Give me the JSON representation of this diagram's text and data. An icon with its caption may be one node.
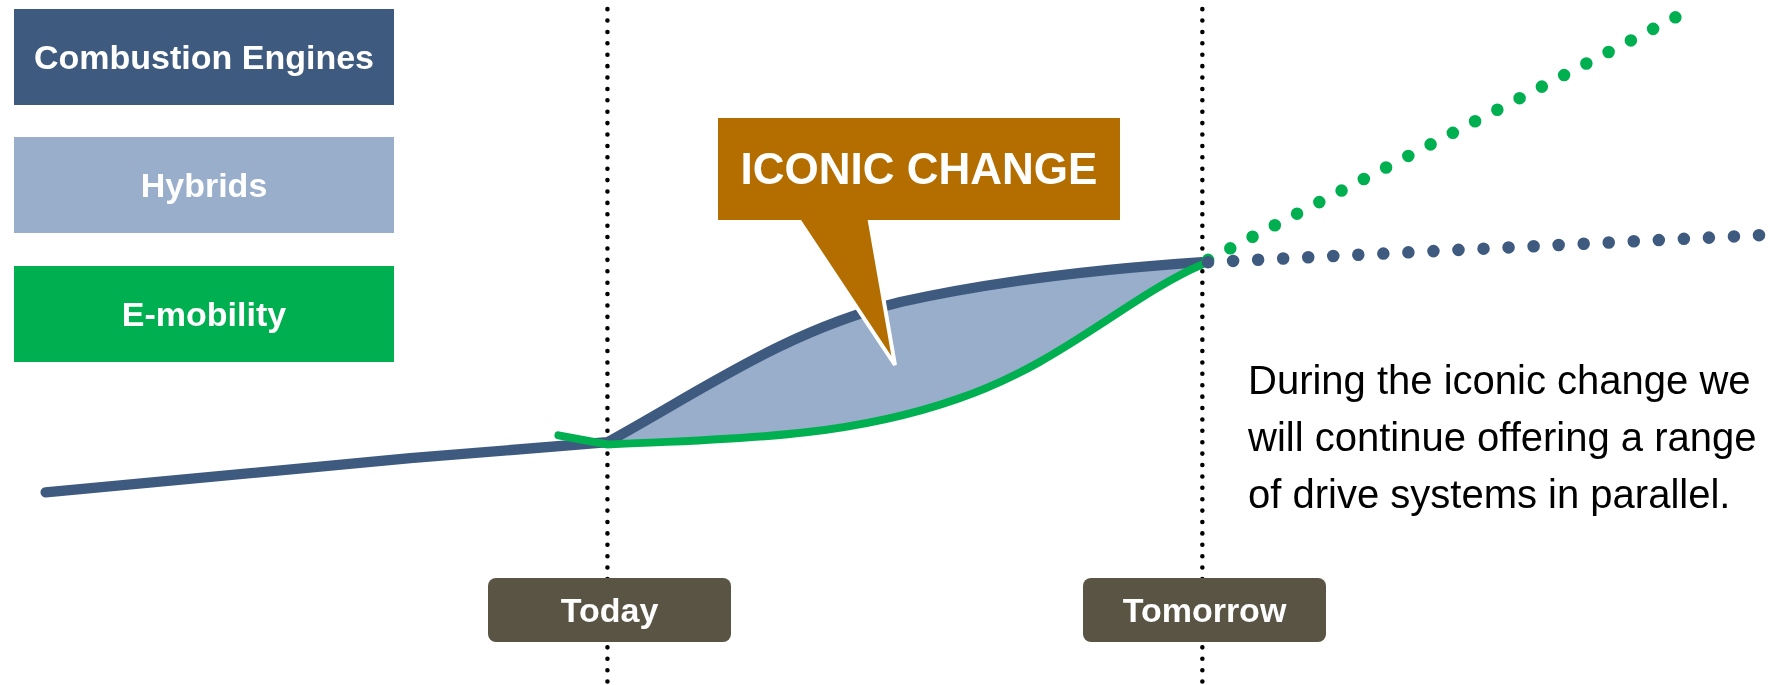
{
  "diagram": {
    "nodes": [
      {
        "text": [
          "ICONIC CHANGE"
        ]
      },
      {
        "text": [
          "Today"
        ]
      },
      {
        "text": [
          "Tomorrow"
        ]
      }
    ],
    "labels": [
      "During the iconic change we will continue offering a range of drive systems in parallel."
    ],
    "legend": [
      {
        "text": "Combustion Engines",
        "color": "#3f5a7f"
      },
      {
        "text": "Hybrids",
        "color": "#98aecb"
      },
      {
        "text": "E-mobility",
        "color": "#00b050"
      }
    ]
  }
}
